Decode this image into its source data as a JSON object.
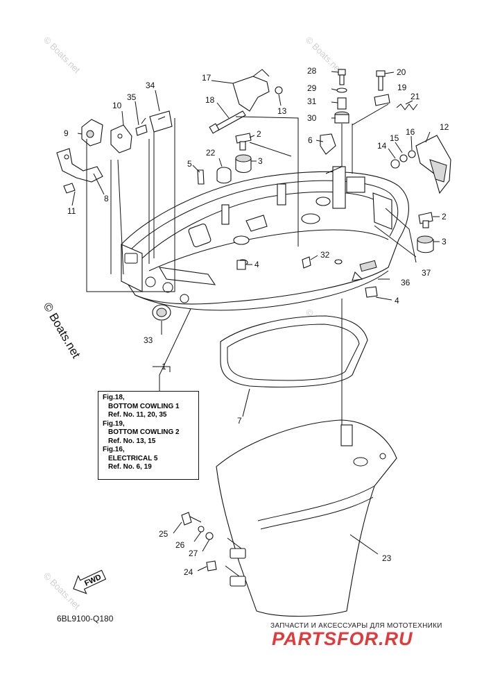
{
  "watermarks": {
    "text": "© Boats.net",
    "big": "© Boats.net"
  },
  "callouts": {
    "n1": "1",
    "n2": "2",
    "n2b": "2",
    "n3": "3",
    "n3b": "3",
    "n4": "4",
    "n4b": "4",
    "n5": "5",
    "n6": "6",
    "n7": "7",
    "n8": "8",
    "n9": "9",
    "n10": "10",
    "n11": "11",
    "n12": "12",
    "n13": "13",
    "n14": "14",
    "n15": "15",
    "n16": "16",
    "n17": "17",
    "n18": "18",
    "n19": "19",
    "n20": "20",
    "n21": "21",
    "n22": "22",
    "n23": "23",
    "n24": "24",
    "n25": "25",
    "n26": "26",
    "n27": "27",
    "n28": "28",
    "n29": "29",
    "n30": "30",
    "n31": "31",
    "n32": "32",
    "n33": "33",
    "n34": "34",
    "n35": "35",
    "n36": "36",
    "n37": "37"
  },
  "reference_box": {
    "l1": "Fig.18,",
    "l2": "BOTTOM COWLING 1",
    "l3": "Ref. No. 11, 20, 35",
    "l4": "Fig.19,",
    "l5": "BOTTOM COWLING 2",
    "l6": "Ref. No. 13, 15",
    "l7": "Fig.16,",
    "l8": "ELECTRICAL 5",
    "l9": "Ref. No. 6, 19"
  },
  "fwd_arrow": "FWD",
  "diagram_code": "6BL9100-Q180",
  "brand": {
    "tagline": "ЗАПЧАСТИ И АКСЕССУАРЫ ДЛЯ МОТОТЕХНИКИ",
    "name": "PARTSFOR.RU"
  }
}
